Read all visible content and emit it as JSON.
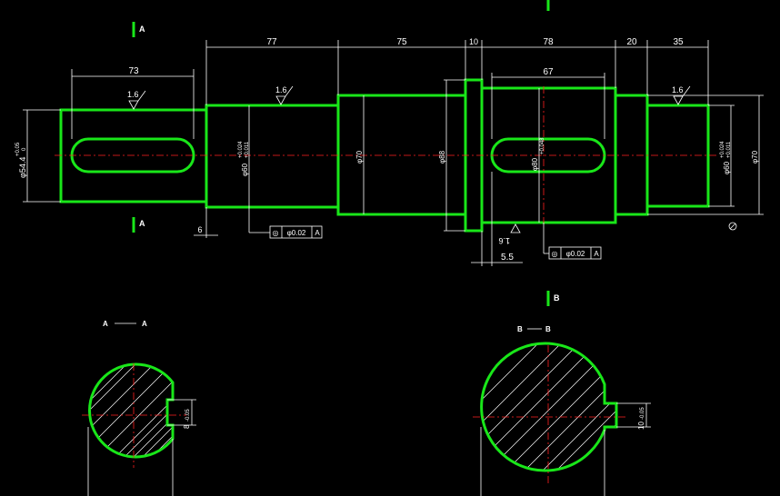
{
  "colors": {
    "background": "#000000",
    "outline": "#19e619",
    "dimension": "#ffffff",
    "centerline": "#ff2020"
  },
  "section_markers": {
    "a_top": "A",
    "a_bottom": "A",
    "b_top": "B",
    "b_partial": "B"
  },
  "dimensions": {
    "len_73": "73",
    "len_77": "77",
    "len_75": "75",
    "len_10": "10",
    "len_78": "78",
    "len_20": "20",
    "len_35": "35",
    "len_67": "67",
    "len_6": "6",
    "len_5_5": "5.5",
    "dia_54": "φ54.4",
    "tol_54_upper": "+0.05",
    "tol_54_lower": "0",
    "dia_60_left": "φ60",
    "tol_60_left_upper": "+0.024",
    "tol_60_left_lower": "+0.011",
    "dia_70_mid": "φ70",
    "dia_88": "φ88",
    "dia_80": "φ80",
    "tol_80": "+0.048",
    "dia_60_right": "φ60",
    "tol_60_right_upper": "+0.024",
    "tol_60_right_lower": "+0.011",
    "dia_70_right": "φ70"
  },
  "roughness": {
    "r1": "1.6",
    "r2": "1.6",
    "r3": "1.6",
    "r4": "1.6"
  },
  "tolerance_frames": {
    "f1_symbol": "◎",
    "f1_value": "φ0.02",
    "f1_datum": "A",
    "f2_symbol": "◎",
    "f2_value": "φ0.02",
    "f2_datum": "A"
  },
  "sections": {
    "aa_label_left": "A",
    "aa_label_right": "A",
    "aa_key_dim": "8",
    "aa_key_tol": "-0.05",
    "bb_label_left": "B",
    "bb_label_right": "B",
    "bb_key_dim": "10",
    "bb_key_tol": "-0.05"
  }
}
